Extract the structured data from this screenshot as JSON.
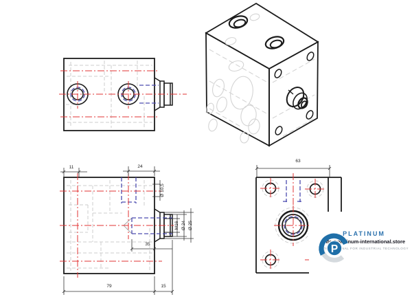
{
  "drawing": {
    "dimensions": {
      "port_spacing_left": "11",
      "port_spacing_right": "24",
      "plate_width": "63",
      "boss_offset": "35",
      "body_length": "79",
      "boss_length": "15",
      "port_hole_diameter": "Ø 10,5",
      "boss_thread": "M16",
      "boss_diameter": "Ø 24",
      "boss_flange_diameter": "Ø 25"
    },
    "colors": {
      "outline": "#1b1b1b",
      "centerline_red": "#e23333",
      "hidden_detail_blue": "#4c4caf",
      "hidden_detail_gray": "#cdcdcd"
    }
  },
  "watermark": {
    "monogram": "P",
    "brand": "PLATINUM",
    "email": "Info@platinum-international.store",
    "tagline": "INTERNATIONAL FOR INDUSTRIAL TECHNOLOGY",
    "logo_blue": "#1f6fa8",
    "logo_gray": "#d5dade"
  }
}
